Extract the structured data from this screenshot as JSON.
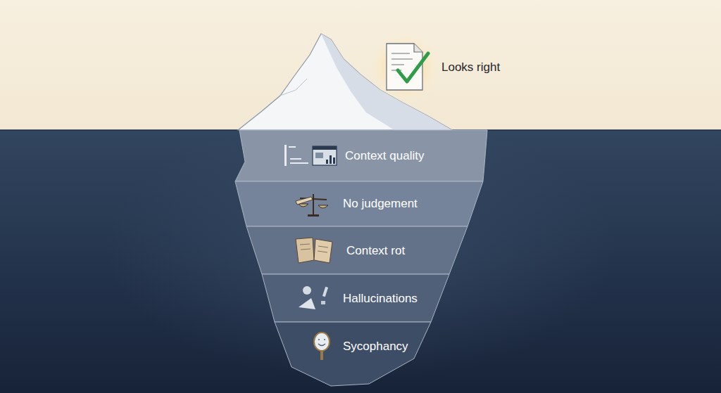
{
  "diagram": {
    "nodes": [
      {
        "text": [
          "Context quality"
        ]
      },
      {
        "text": [
          "No judgement"
        ]
      },
      {
        "text": [
          "Context rot"
        ]
      },
      {
        "text": [
          "Hallucinations"
        ]
      },
      {
        "text": [
          "Sycophancy"
        ]
      }
    ],
    "labels": [
      "Looks right"
    ]
  }
}
